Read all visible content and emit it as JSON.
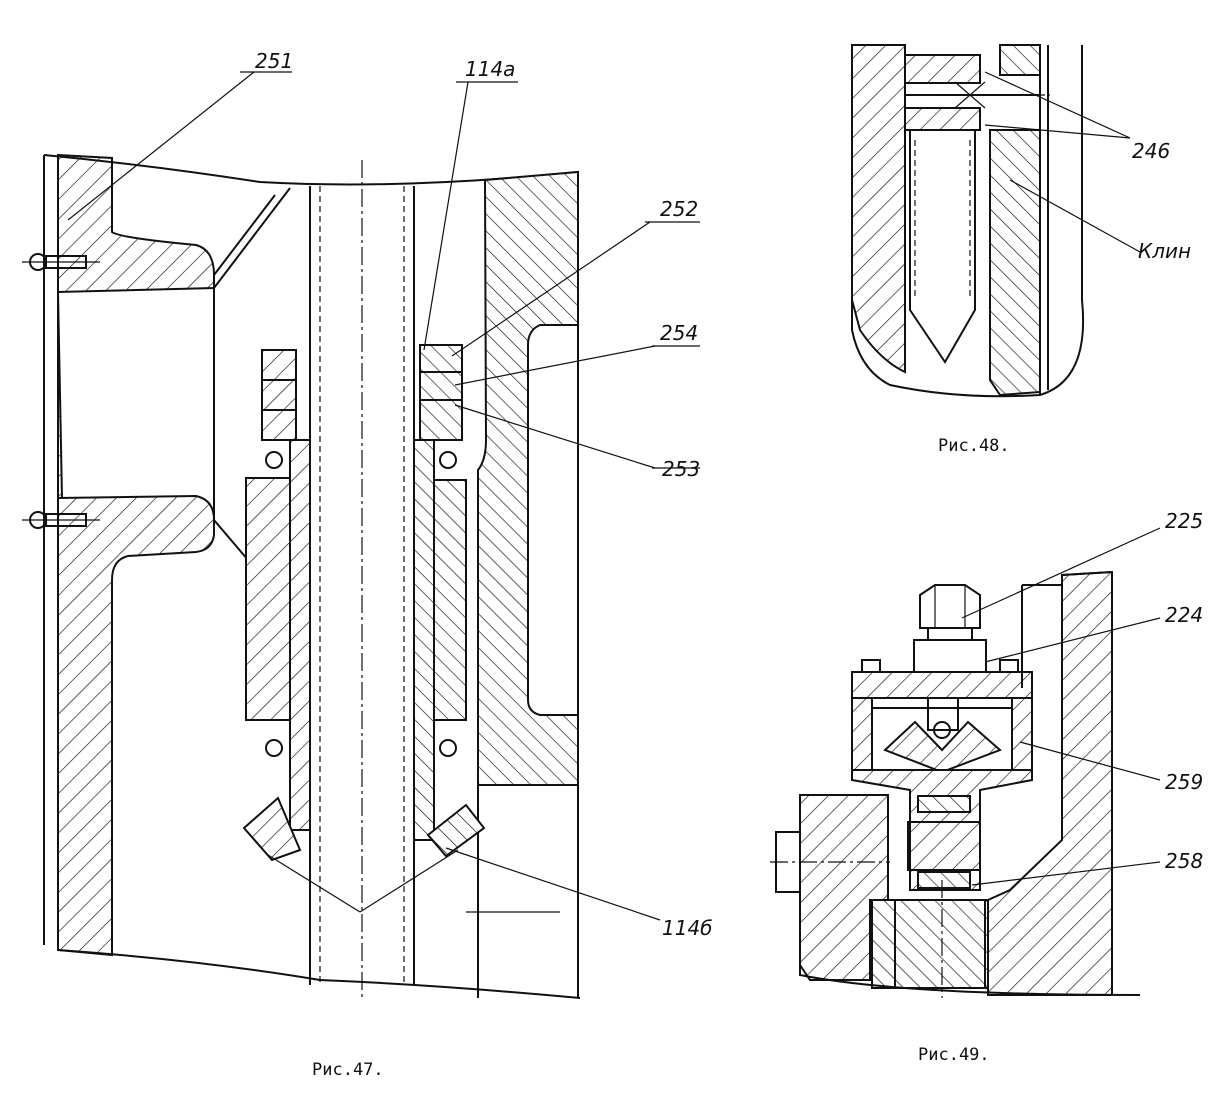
{
  "figures": [
    {
      "caption": "Рис.47.",
      "labels": [
        "251",
        "114а",
        "252",
        "254",
        "253",
        "114б"
      ]
    },
    {
      "caption": "Рис.48.",
      "labels": [
        "246",
        "Клин"
      ]
    },
    {
      "caption": "Рис.49.",
      "labels": [
        "225",
        "224",
        "259",
        "258"
      ]
    }
  ]
}
